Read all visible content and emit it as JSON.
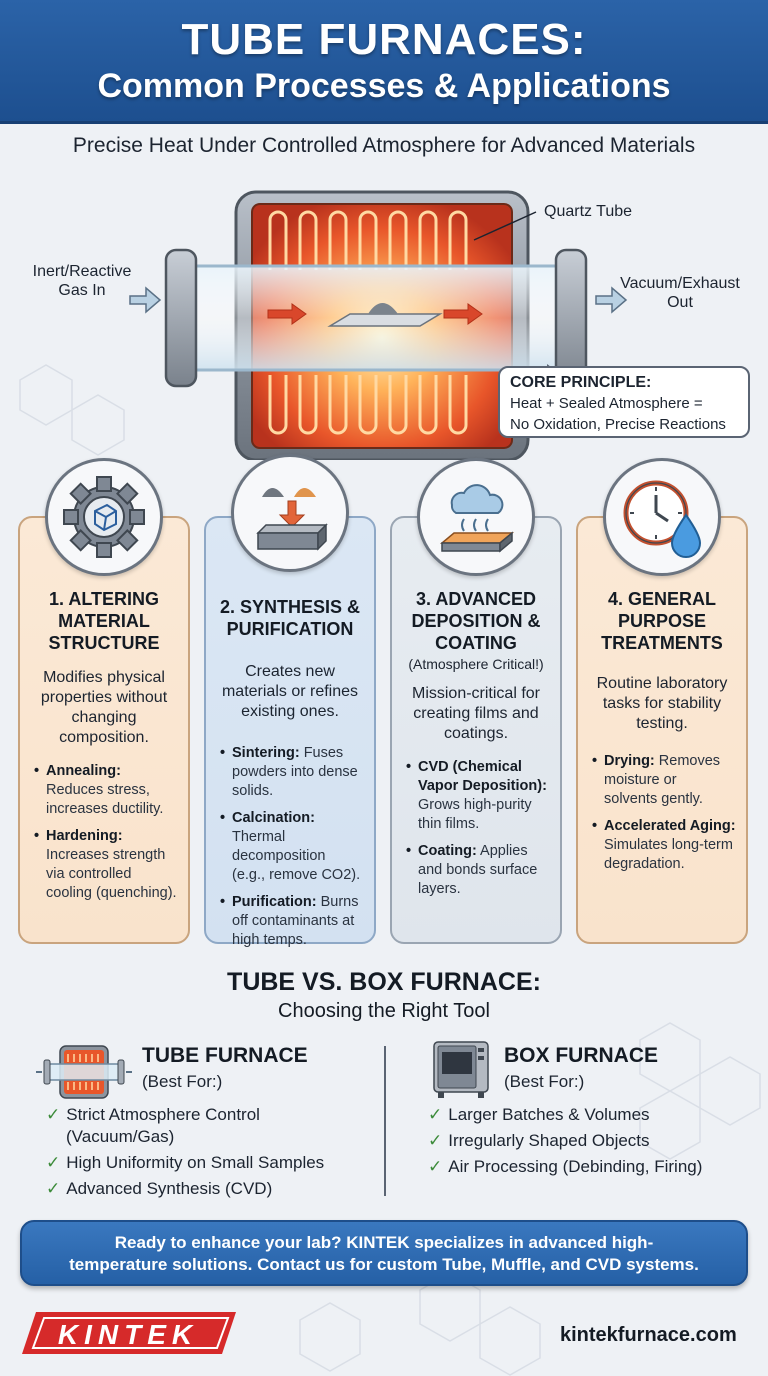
{
  "header": {
    "title": "TUBE FURNACES:",
    "subtitle": "Common Processes & Applications"
  },
  "tagline": "Precise Heat Under Controlled Atmosphere for Advanced Materials",
  "diagram": {
    "quartz_label": "Quartz Tube",
    "gas_in_label": [
      "Inert/Reactive",
      "Gas In"
    ],
    "exhaust_label": [
      "Vacuum/Exhaust",
      "Out"
    ],
    "core_title": "CORE PRINCIPLE:",
    "core_body": [
      "Heat + Sealed Atmosphere =",
      "No Oxidation, Precise Reactions"
    ]
  },
  "cards": [
    {
      "icon": "gear-crystal-icon",
      "title": [
        "1. ALTERING",
        "MATERIAL",
        "STRUCTURE"
      ],
      "note": "",
      "desc": [
        "Modifies physical",
        "properties without",
        "changing",
        "composition."
      ],
      "items": [
        {
          "term": "Annealing:",
          "text": [
            "Reduces stress,",
            "increases ductility."
          ]
        },
        {
          "term": "Hardening:",
          "text": [
            "Increases strength",
            "via controlled",
            "cooling (quenching)."
          ]
        }
      ]
    },
    {
      "icon": "powder-to-block-icon",
      "title": [
        "2. SYNTHESIS &",
        "PURIFICATION"
      ],
      "note": "",
      "desc": [
        "Creates new",
        "materials or refines",
        "existing ones."
      ],
      "items": [
        {
          "term": "Sintering:",
          "text": [
            " Fuses",
            "powders into dense",
            "solids."
          ]
        },
        {
          "term": "Calcination:",
          "text": [
            " Thermal",
            "decomposition",
            "(e.g., remove CO2)."
          ]
        },
        {
          "term": "Purification:",
          "text": [
            " Burns",
            "off contaminants at",
            "high temps."
          ]
        }
      ]
    },
    {
      "icon": "vapor-cloud-icon",
      "title": [
        "3. ADVANCED",
        "DEPOSITION &",
        "COATING"
      ],
      "note": "(Atmosphere Critical!)",
      "desc": [
        "Mission-critical for",
        "creating films and",
        "coatings."
      ],
      "items": [
        {
          "term": "CVD (Chemical Vapor Deposition):",
          "text": [
            "Grows high-purity",
            "thin films."
          ]
        },
        {
          "term": "Coating:",
          "text": [
            " Applies",
            "and bonds surface",
            "layers."
          ]
        }
      ]
    },
    {
      "icon": "clock-droplet-icon",
      "title": [
        "4. GENERAL",
        "PURPOSE",
        "TREATMENTS"
      ],
      "note": "",
      "desc": [
        "Routine laboratory",
        "tasks for stability",
        "testing."
      ],
      "items": [
        {
          "term": "Drying:",
          "text": [
            " Removes",
            "moisture or",
            "solvents gently."
          ]
        },
        {
          "term": "Accelerated Aging:",
          "text": [
            "Simulates long-term",
            "degradation."
          ]
        }
      ]
    }
  ],
  "comparison": {
    "title": "TUBE VS. BOX FURNACE:",
    "subtitle": "Choosing the Right Tool",
    "tube": {
      "title": "TUBE FURNACE",
      "sub": "(Best For:)",
      "items": [
        [
          "Strict Atmosphere Control",
          "(Vacuum/Gas)"
        ],
        [
          "High Uniformity on Small Samples"
        ],
        [
          "Advanced Synthesis (CVD)"
        ]
      ]
    },
    "box": {
      "title": "BOX FURNACE",
      "sub": "(Best For:)",
      "items": [
        [
          "Larger Batches & Volumes"
        ],
        [
          "Irregularly Shaped Objects"
        ],
        [
          "Air Processing (Debinding, Firing)"
        ]
      ]
    }
  },
  "cta": [
    "Ready to enhance your lab? KINTEK specializes in advanced high-",
    "temperature solutions. Contact us for custom Tube, Muffle, and CVD systems."
  ],
  "footer": {
    "logo": "KINTEK",
    "site": "kintekfurnace.com"
  },
  "colors": {
    "header_blue": "#1d4f8f",
    "accent_red": "#d62a2a",
    "check_green": "#3c8b3a",
    "card_peach": "#f9e3cc",
    "card_blue": "#d3e1f1"
  }
}
